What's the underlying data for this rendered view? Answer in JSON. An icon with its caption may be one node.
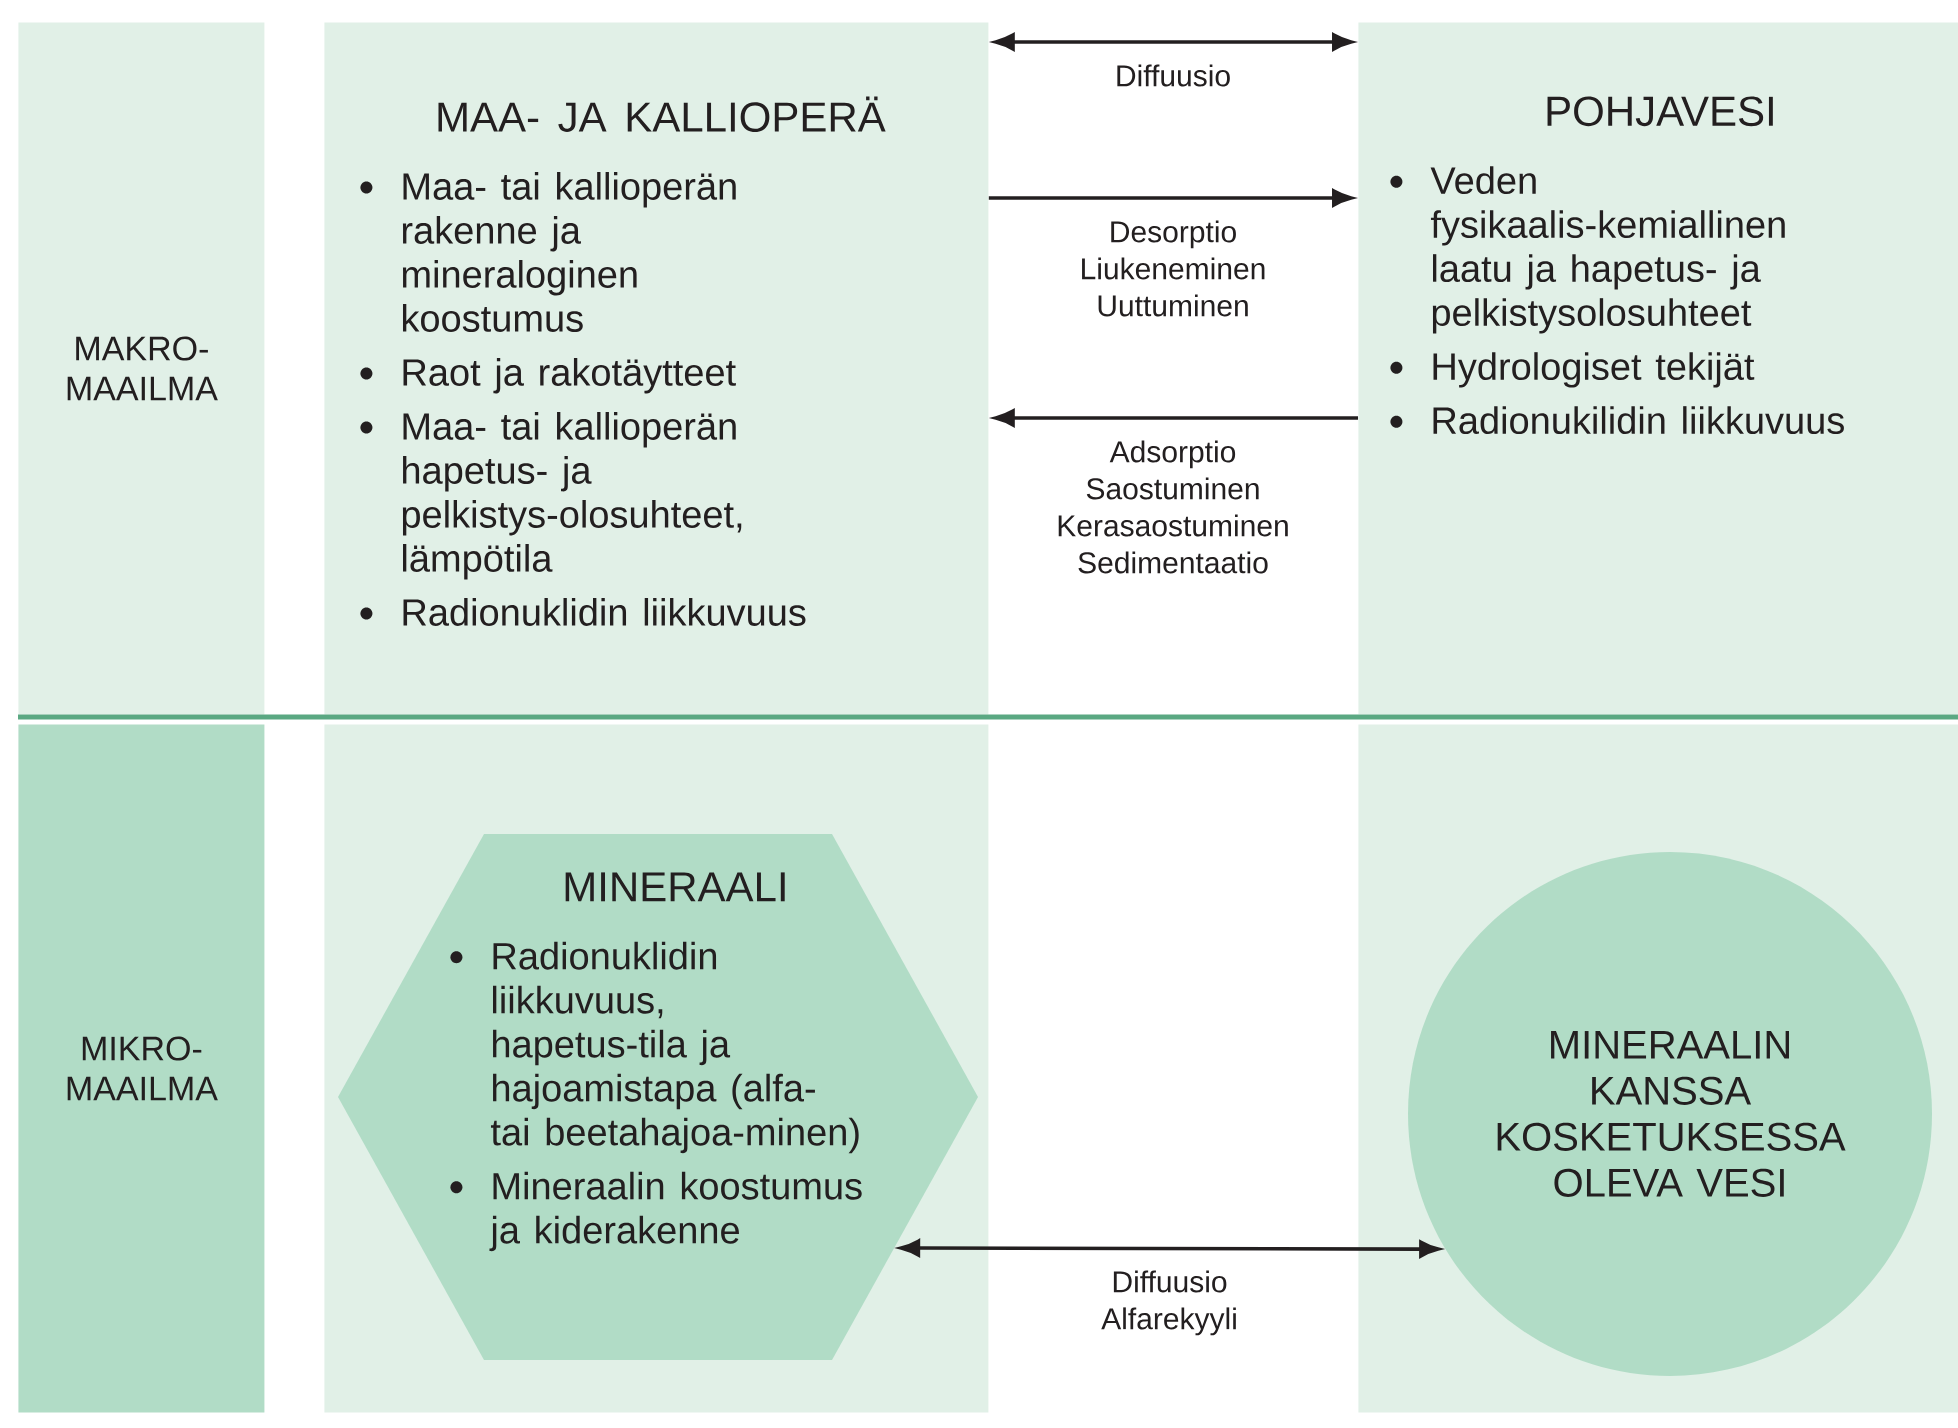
{
  "diagram": {
    "nodes": [
      {
        "text": [
          "MAKRO-MAAILMA"
        ]
      },
      {
        "text": [
          "MAA- JA KALLIOPERÄ",
          "Maa- tai kallioperän rakenne ja mineraloginen koostumus",
          "Raot ja rakotäytteet",
          "Maa- tai kallioperän hapetus- ja pelkistys-olosuhteet, lämpötila",
          "Radionuklidin liikkuvuus"
        ]
      },
      {
        "text": [
          "POHJAVESI",
          "Veden fysikaalis-kemiallinen laatu ja hapetus- ja pelkistysolosuhteet",
          "Hydrologiset tekijät",
          "Radionukilidin liikkuvuus"
        ]
      },
      {
        "text": [
          "MIKRO-MAAILMA"
        ]
      },
      {
        "text": [],
        "shape": "box"
      },
      {
        "text": [
          "MINERAALI",
          "Radionuklidin liikkuvuus, hapetus-tila ja hajoamistapa (alfa- tai beetahajoa-minen)",
          "Mineraalin koostumus ja kiderakenne"
        ],
        "in": 4
      },
      {
        "text": [],
        "shape": "box"
      },
      {
        "text": [
          "MINERAALIN KANSSA KOSKETUKSESSA OLEVA VESI"
        ],
        "in": 6
      }
    ],
    "edges": [
      {
        "from": 1,
        "to": 2,
        "arrow": "both",
        "label": "Diffuusio"
      },
      {
        "from": 1,
        "to": 2,
        "arrow": "to",
        "label": "Desorptio Liukeneminen Uuttuminen"
      },
      {
        "from": 2,
        "to": 1,
        "arrow": "to",
        "label": "Adsorptio Saostuminen Kerasaostuminen Sedimentaatio"
      },
      {
        "from": 5,
        "to": 7,
        "arrow": "both",
        "label": "Diffuusio Alfarekyyli"
      }
    ]
  }
}
